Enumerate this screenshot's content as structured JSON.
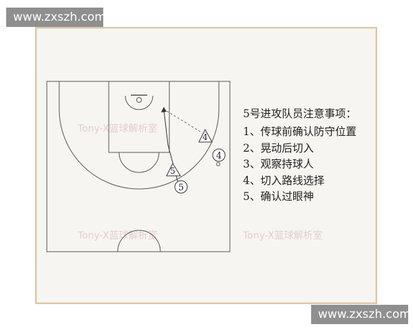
{
  "watermarks": {
    "top": "www.zxszh.com",
    "bottom": "www.zxszh.com",
    "court_overlay": "Tony-X篮球解析室"
  },
  "players": {
    "offense_5": "5",
    "offense_4": "4",
    "defense_5": "5",
    "defense_4": "4"
  },
  "notes": {
    "title": "5号进攻队员注意事项：",
    "items": [
      "1、传球前确认防守位置",
      "2、晃动后切入",
      "3、观察持球人",
      "4、切入路线选择",
      "5、确认过眼神"
    ]
  },
  "colors": {
    "frame_border": "#d9c7a6",
    "court_lines": "#555555",
    "watermark_bg": "#8f8f8f"
  }
}
